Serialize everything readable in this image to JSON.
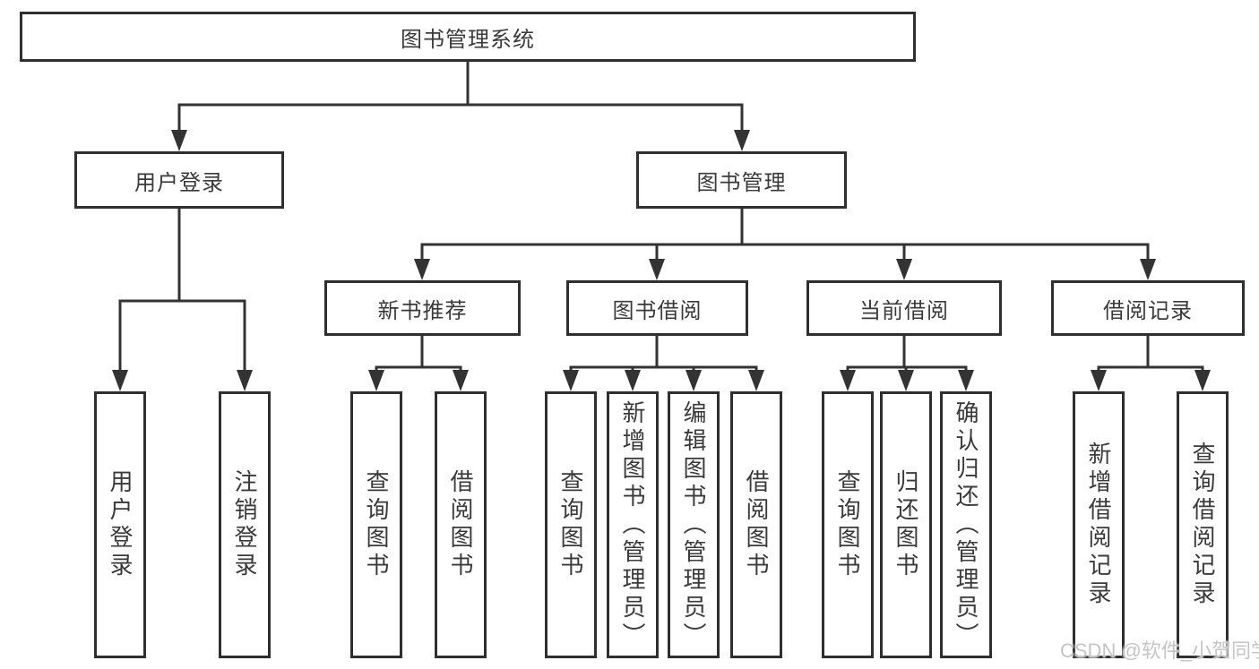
{
  "diagram": {
    "root": {
      "label": "图书管理系统"
    },
    "user_login": {
      "label": "用户登录",
      "children": [
        {
          "label": "用户登录"
        },
        {
          "label": "注销登录"
        }
      ]
    },
    "book_management": {
      "label": "图书管理",
      "groups": [
        {
          "label": "新书推荐",
          "children": [
            {
              "label": "查询图书"
            },
            {
              "label": "借阅图书"
            }
          ]
        },
        {
          "label": "图书借阅",
          "children": [
            {
              "label": "查询图书"
            },
            {
              "label": "新增图书（管理员）"
            },
            {
              "label": "编辑图书（管理员）"
            },
            {
              "label": "借阅图书"
            }
          ]
        },
        {
          "label": "当前借阅",
          "children": [
            {
              "label": "查询图书"
            },
            {
              "label": "归还图书"
            },
            {
              "label": "确认归还（管理员）"
            }
          ]
        },
        {
          "label": "借阅记录",
          "children": [
            {
              "label": "新增借阅记录"
            },
            {
              "label": "查询借阅记录"
            }
          ]
        }
      ]
    }
  },
  "watermark": "CSDN @软件_小贺同学",
  "colors": {
    "line": "#333333",
    "border": "#2f2f2f",
    "text": "#3a3a3a",
    "watermark_text": "#c5c5c5",
    "background": "#ffffff"
  }
}
